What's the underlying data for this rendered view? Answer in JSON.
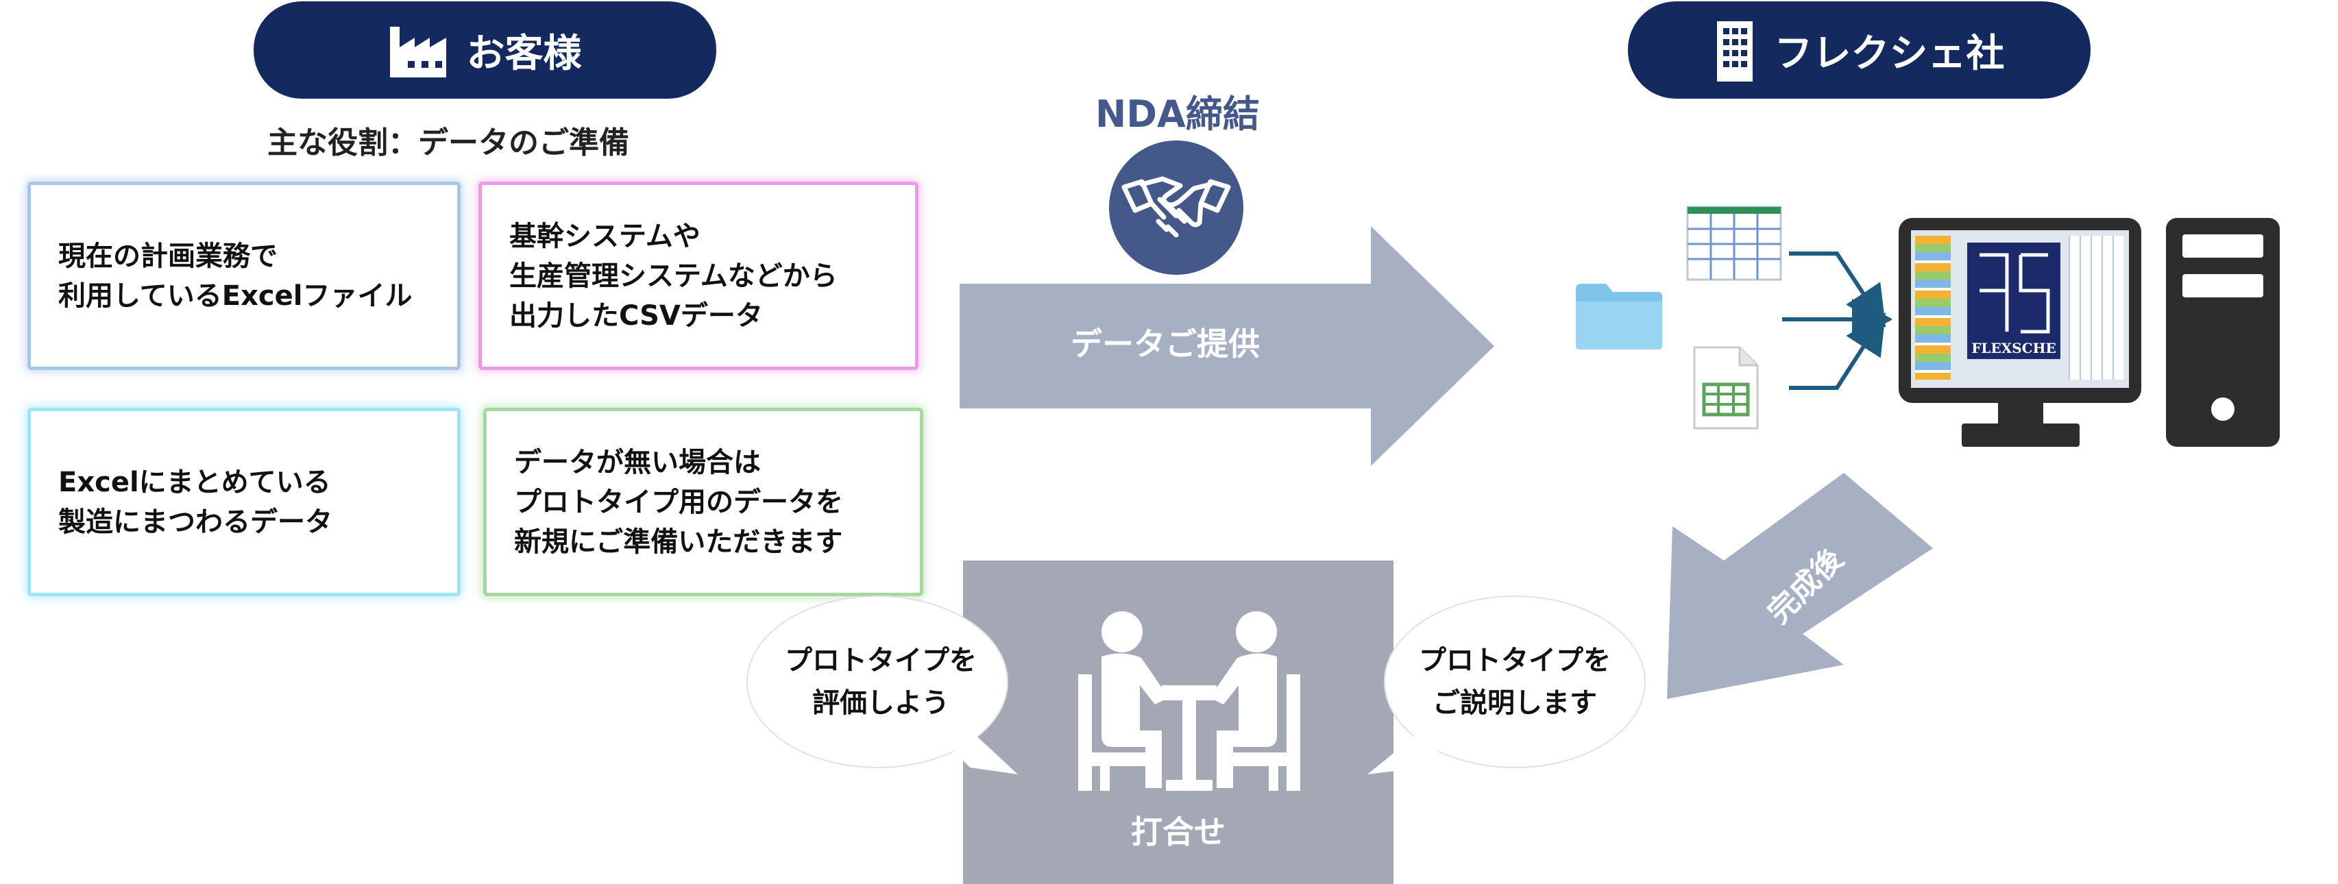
{
  "customer": {
    "title": "お客様",
    "role_label": "主な役割：データのご準備",
    "cards": [
      {
        "text": "現在の計画業務で\n利用しているExcelファイル"
      },
      {
        "text": "基幹システムや\n生産管理システムなどから\n出力したCSVデータ"
      },
      {
        "text": "Excelにまとめている\n製造にまつわるデータ"
      },
      {
        "text": "データが無い場合は\nプロトタイプ用のデータを\n新規にご準備いただきます"
      }
    ]
  },
  "company": {
    "title": "フレクシェ社"
  },
  "nda": {
    "label": "NDA締結",
    "icon": "handshake-icon"
  },
  "flow": {
    "provide_label": "データご提供",
    "complete_label": "完成後",
    "meeting_label": "打合せ"
  },
  "bubbles": {
    "left": "プロトタイプを\n評価しよう",
    "right": "プロトタイプを\nご説明します"
  },
  "monitor": {
    "logo_text": "FLEXSCHE"
  },
  "colors": {
    "navy": "#142a5e",
    "arrow": "#a7b0c3",
    "meeting_bg": "#a3a8b4",
    "nda_circle": "#44598a",
    "dark": "#2d2d2d",
    "teal_arrow": "#1f5a80"
  }
}
